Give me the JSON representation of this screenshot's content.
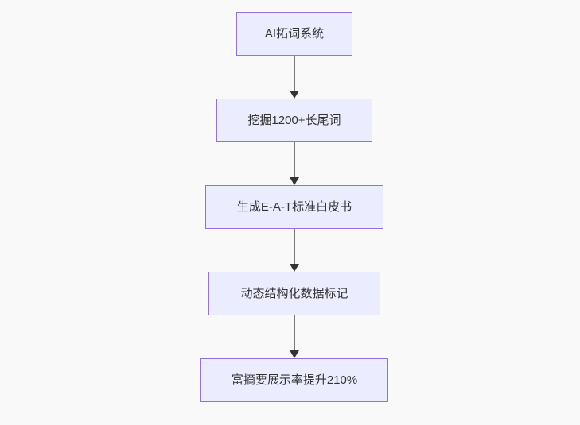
{
  "flowchart": {
    "title": "SEO AI flow diagram",
    "direction": "top-down",
    "nodes": [
      {
        "id": "node-1",
        "label": "AI拓词系统"
      },
      {
        "id": "node-2",
        "label": "挖掘1200+长尾词"
      },
      {
        "id": "node-3",
        "label": "生成E-A-T标准白皮书"
      },
      {
        "id": "node-4",
        "label": "动态结构化数据标记"
      },
      {
        "id": "node-5",
        "label": "富摘要展示率提升210%"
      }
    ],
    "edges": [
      {
        "from": "node-1",
        "to": "node-2",
        "style": "arrow"
      },
      {
        "from": "node-2",
        "to": "node-3",
        "style": "arrow"
      },
      {
        "from": "node-3",
        "to": "node-4",
        "style": "arrow"
      },
      {
        "from": "node-4",
        "to": "node-5",
        "style": "arrow"
      }
    ],
    "colors": {
      "background": "#f9f9f9",
      "node_fill": "#ECECFF",
      "node_border": "#9370DB",
      "node_text": "#333333",
      "edge_line": "#7a7a7a",
      "arrowhead": "#333333"
    }
  }
}
